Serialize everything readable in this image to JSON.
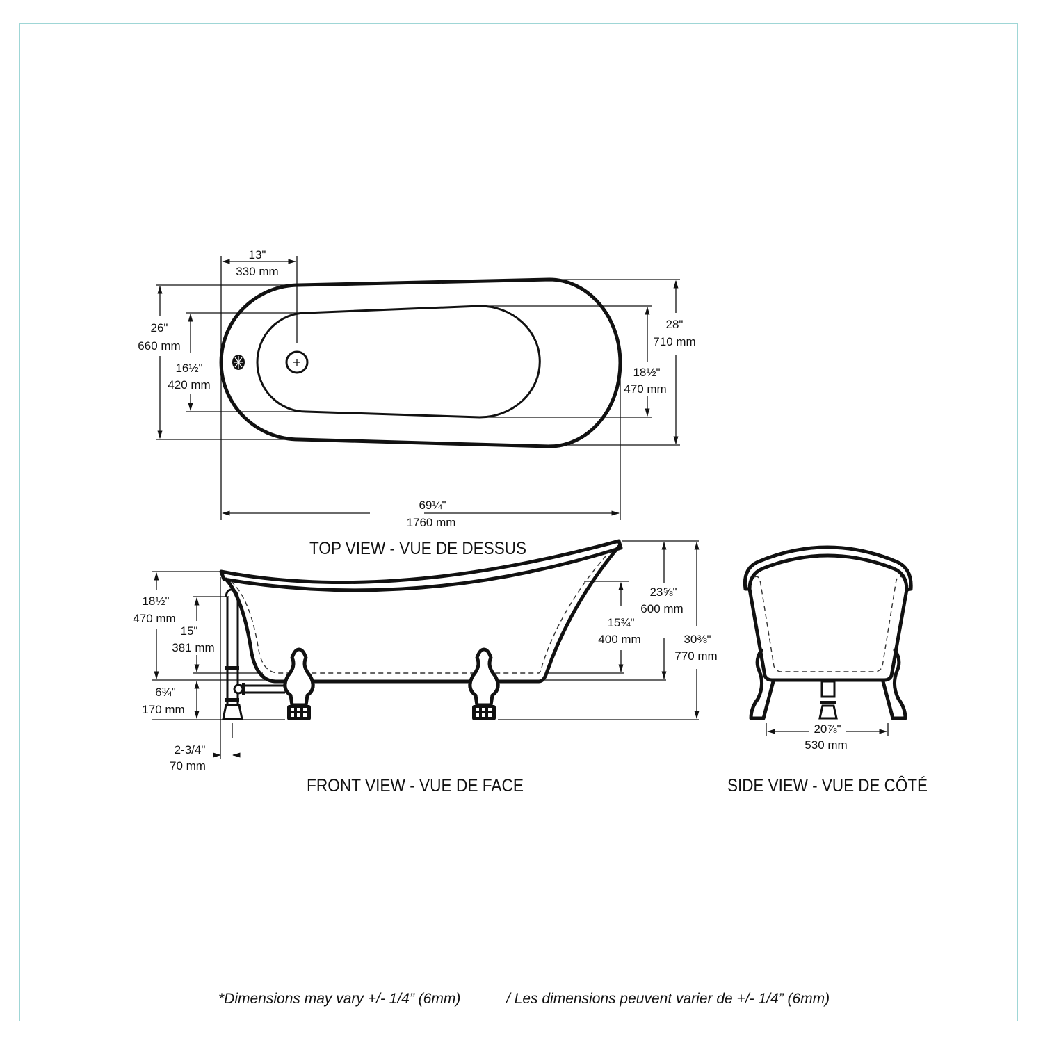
{
  "colors": {
    "frame_border": "#9fd6d6",
    "ink": "#111111",
    "background": "#ffffff"
  },
  "top_view": {
    "title": "TOP VIEW - VUE DE DESSUS",
    "drain_offset": {
      "in": "13\"",
      "mm": "330 mm"
    },
    "inner_width_left": {
      "in": "16½\"",
      "mm": "420 mm"
    },
    "outer_width_left": {
      "in": "26\"",
      "mm": "660 mm"
    },
    "inner_width_right": {
      "in": "18½\"",
      "mm": "470 mm"
    },
    "outer_width_right": {
      "in": "28\"",
      "mm": "710 mm"
    },
    "overall_length": {
      "in": "69¼\"",
      "mm": "1760 mm"
    }
  },
  "front_view": {
    "title": "FRONT VIEW - VUE DE FACE",
    "low_end_height": {
      "in": "18½\"",
      "mm": "470 mm"
    },
    "overflow_height": {
      "in": "15\"",
      "mm": "381 mm"
    },
    "floor_to_bottom": {
      "in": "6¾\"",
      "mm": "170 mm"
    },
    "drain_setback": {
      "in": "2-3/4\"",
      "mm": "70 mm"
    },
    "water_depth": {
      "in": "15¾\"",
      "mm": "400 mm"
    },
    "interior_depth": {
      "in": "23⅝\"",
      "mm": "600 mm"
    },
    "overall_height": {
      "in": "30⅜\"",
      "mm": "770 mm"
    }
  },
  "side_view": {
    "title": "SIDE VIEW - VUE DE CÔTÉ",
    "foot_spread": {
      "in": "20⅞\"",
      "mm": "530 mm"
    }
  },
  "footnote": {
    "english": "*Dimensions may vary +/- 1/4” (6mm)",
    "french": "/ Les dimensions peuvent varier de +/- 1/4” (6mm)"
  }
}
